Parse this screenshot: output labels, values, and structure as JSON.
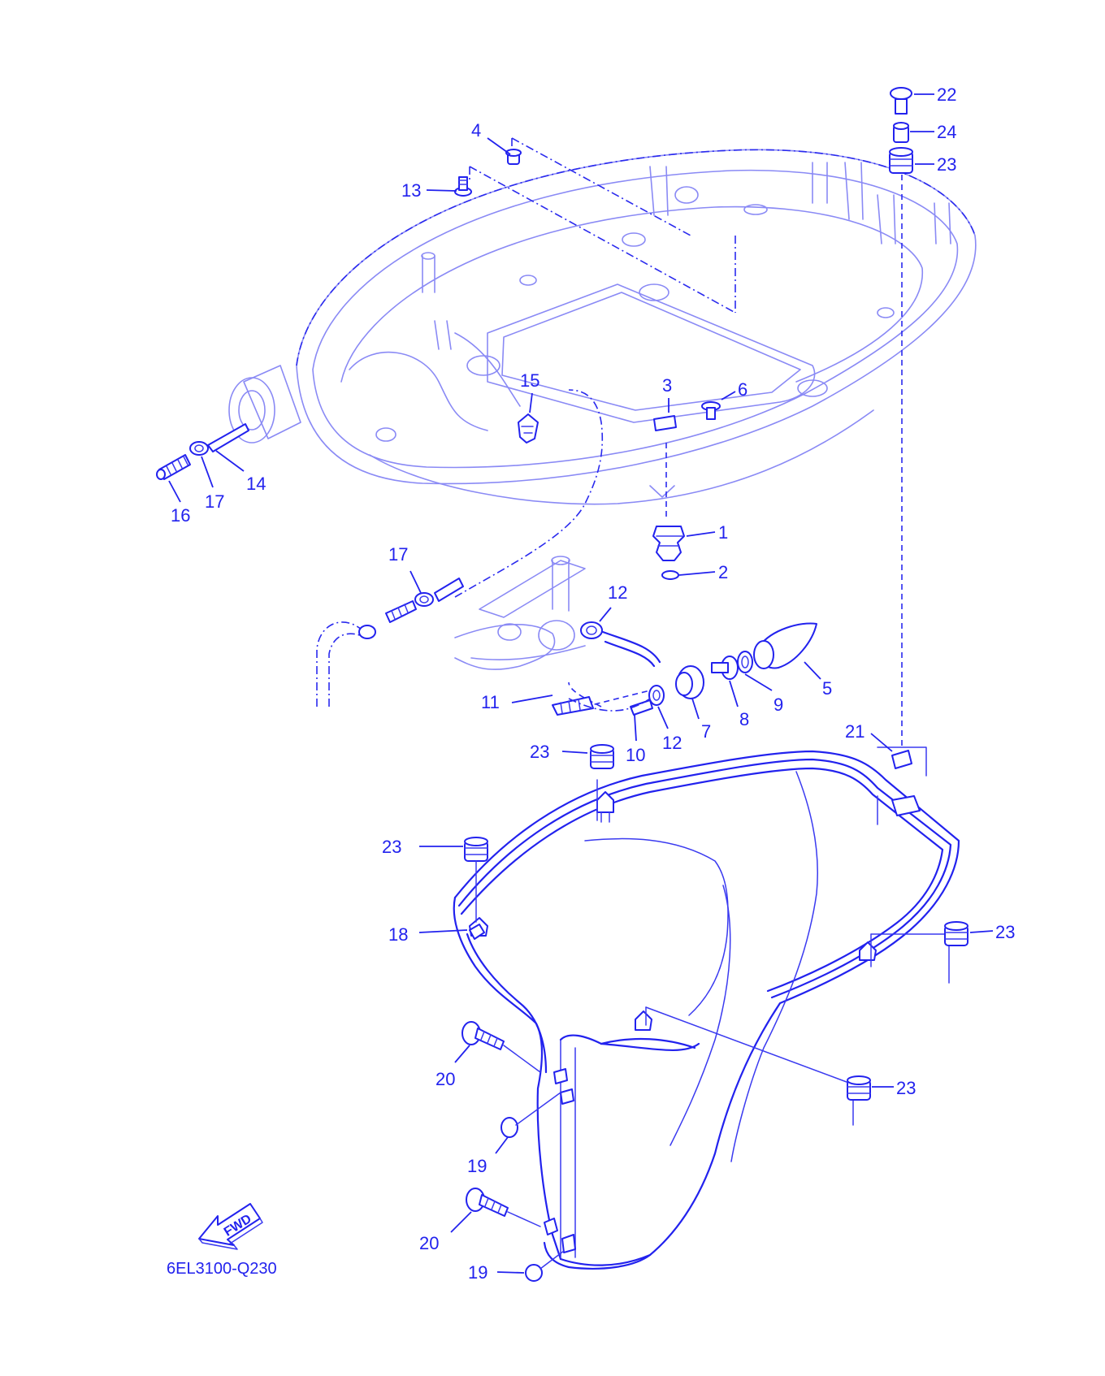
{
  "callouts": [
    {
      "id": "c1",
      "label": "1"
    },
    {
      "id": "c2",
      "label": "2"
    },
    {
      "id": "c3",
      "label": "3"
    },
    {
      "id": "c4",
      "label": "4"
    },
    {
      "id": "c5",
      "label": "5"
    },
    {
      "id": "c6",
      "label": "6"
    },
    {
      "id": "c7",
      "label": "7"
    },
    {
      "id": "c8",
      "label": "8"
    },
    {
      "id": "c9",
      "label": "9"
    },
    {
      "id": "c10",
      "label": "10"
    },
    {
      "id": "c11",
      "label": "11"
    },
    {
      "id": "c12a",
      "label": "12"
    },
    {
      "id": "c12b",
      "label": "12"
    },
    {
      "id": "c13",
      "label": "13"
    },
    {
      "id": "c14",
      "label": "14"
    },
    {
      "id": "c15",
      "label": "15"
    },
    {
      "id": "c16",
      "label": "16"
    },
    {
      "id": "c17a",
      "label": "17"
    },
    {
      "id": "c17b",
      "label": "17"
    },
    {
      "id": "c18",
      "label": "18"
    },
    {
      "id": "c19a",
      "label": "19"
    },
    {
      "id": "c19b",
      "label": "19"
    },
    {
      "id": "c20a",
      "label": "20"
    },
    {
      "id": "c20b",
      "label": "20"
    },
    {
      "id": "c21",
      "label": "21"
    },
    {
      "id": "c22",
      "label": "22"
    },
    {
      "id": "c23a",
      "label": "23"
    },
    {
      "id": "c23b",
      "label": "23"
    },
    {
      "id": "c23c",
      "label": "23"
    },
    {
      "id": "c23d",
      "label": "23"
    },
    {
      "id": "c23e",
      "label": "23"
    },
    {
      "id": "c24",
      "label": "24"
    }
  ],
  "fwd_label": "FWD",
  "diagram_code": "6EL3100-Q230",
  "ink_color": "#2222ee"
}
